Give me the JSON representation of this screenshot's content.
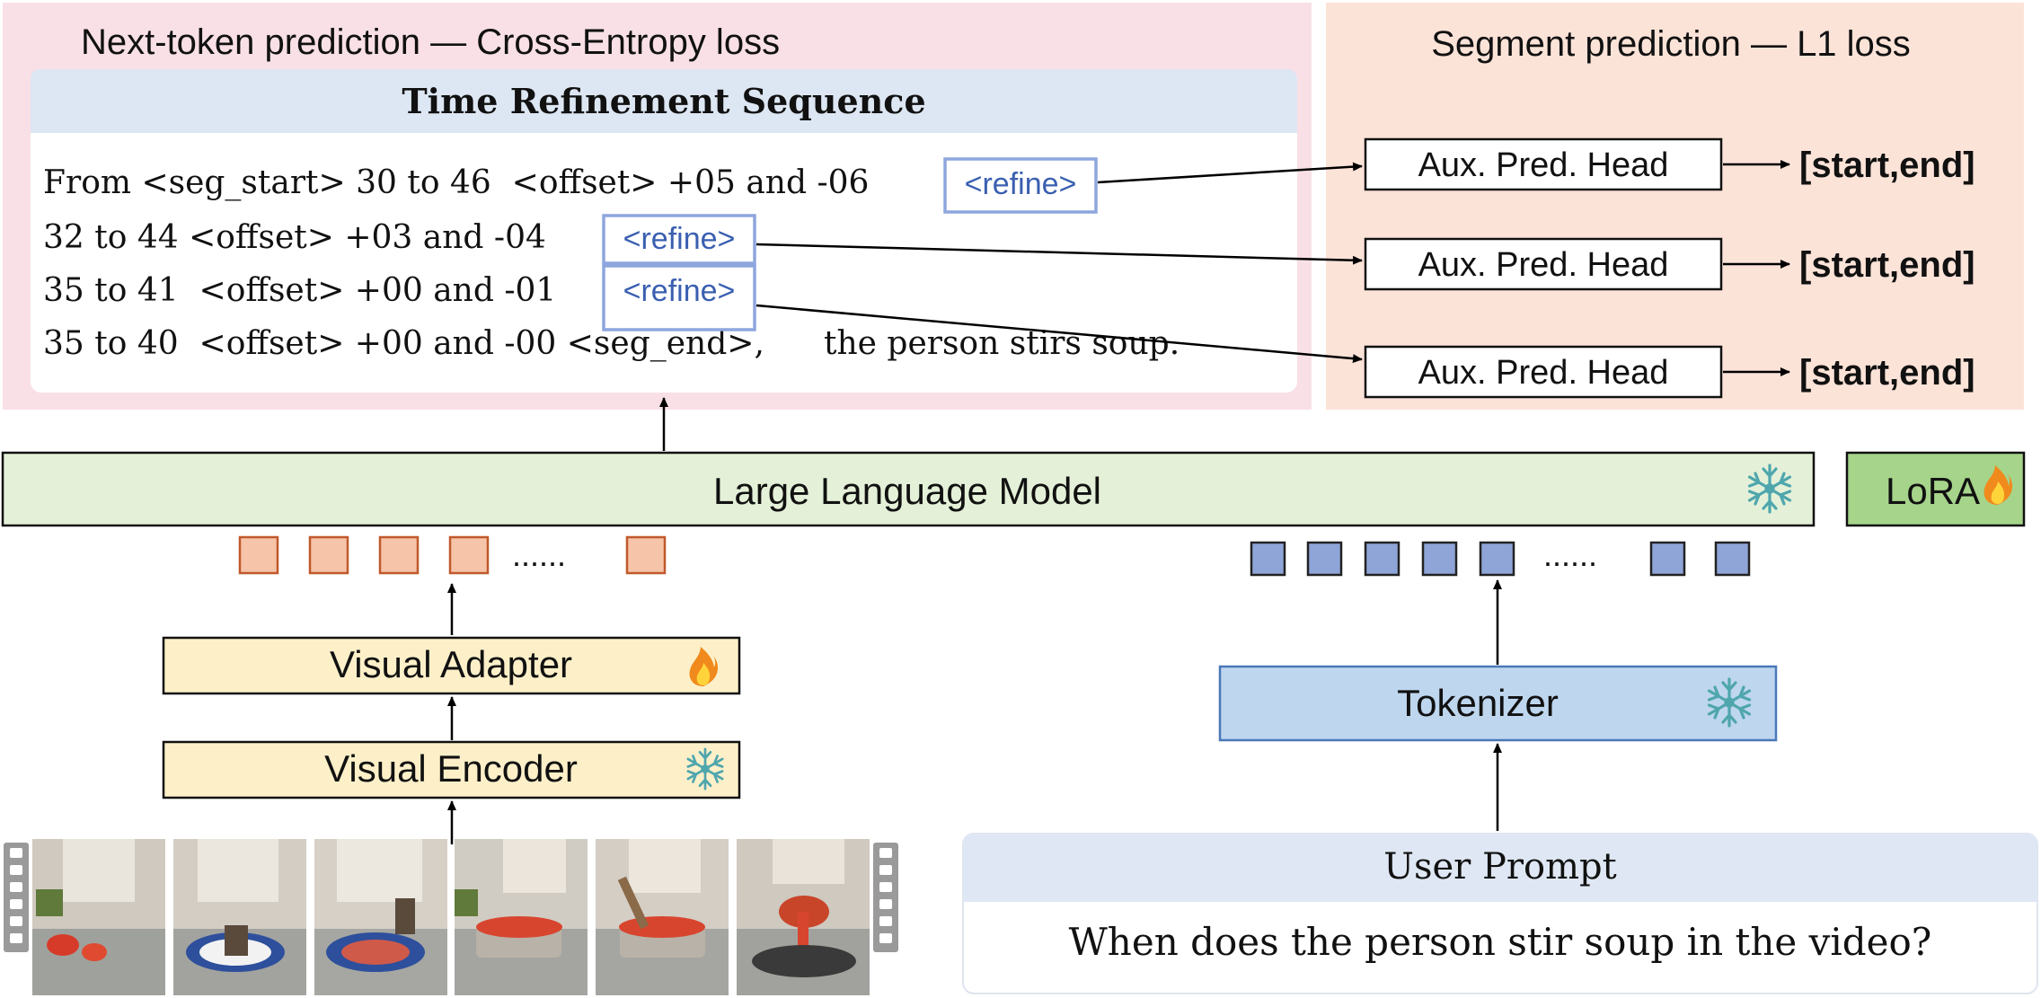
{
  "ntp_panel": {
    "title": "Next-token prediction — Cross-Entropy loss"
  },
  "trs": {
    "title": "Time Refinement Sequence",
    "line1": {
      "a": "From <seg_start> 30 to 46  <offset> +05 and -06",
      "refine": "<refine>"
    },
    "line2": {
      "a": "32 to 44 <offset> +03 and -04",
      "refine": "<refine>"
    },
    "line3": {
      "a": "35 to 41  <offset> +00 and -01",
      "refine": "<refine>"
    },
    "line4": {
      "a": "35 to 40  <offset> +00 and -00 <seg_end>,",
      "b": "the person stirs soup."
    }
  },
  "seg_panel": {
    "title": "Segment prediction — L1 loss",
    "head_label": "Aux. Pred. Head",
    "output_label": "[start,end]"
  },
  "llm": {
    "label": "Large Language Model",
    "status_icon": "snowflake-icon"
  },
  "lora": {
    "label": "LoRA",
    "status_icon": "flame-icon"
  },
  "visual_tokens": {
    "ellipsis": "......",
    "color": "#f6c4a8"
  },
  "text_tokens": {
    "ellipsis": "......",
    "color": "#8fa5d8"
  },
  "visual_adapter": {
    "label": "Visual Adapter",
    "status_icon": "flame-icon"
  },
  "visual_encoder": {
    "label": "Visual Encoder",
    "status_icon": "snowflake-icon"
  },
  "tokenizer": {
    "label": "Tokenizer",
    "status_icon": "snowflake-icon"
  },
  "user_prompt": {
    "title": "User Prompt",
    "text": "When does the person stir soup in the video?"
  },
  "video_frames": {
    "count": 6,
    "icon": "film-strip-icon"
  },
  "colors": {
    "ntp_bg": "#f8e0e6",
    "seg_bg": "#fce3d8",
    "trs_header": "#dde6f3",
    "llm_fill": "#e4f1d8",
    "lora_fill": "#a6d48a",
    "adapter_fill": "#fdf0c9",
    "tokenizer_fill": "#bed6ee",
    "prompt_header": "#dee7f3",
    "refine_accent": "#6f8fd0"
  }
}
